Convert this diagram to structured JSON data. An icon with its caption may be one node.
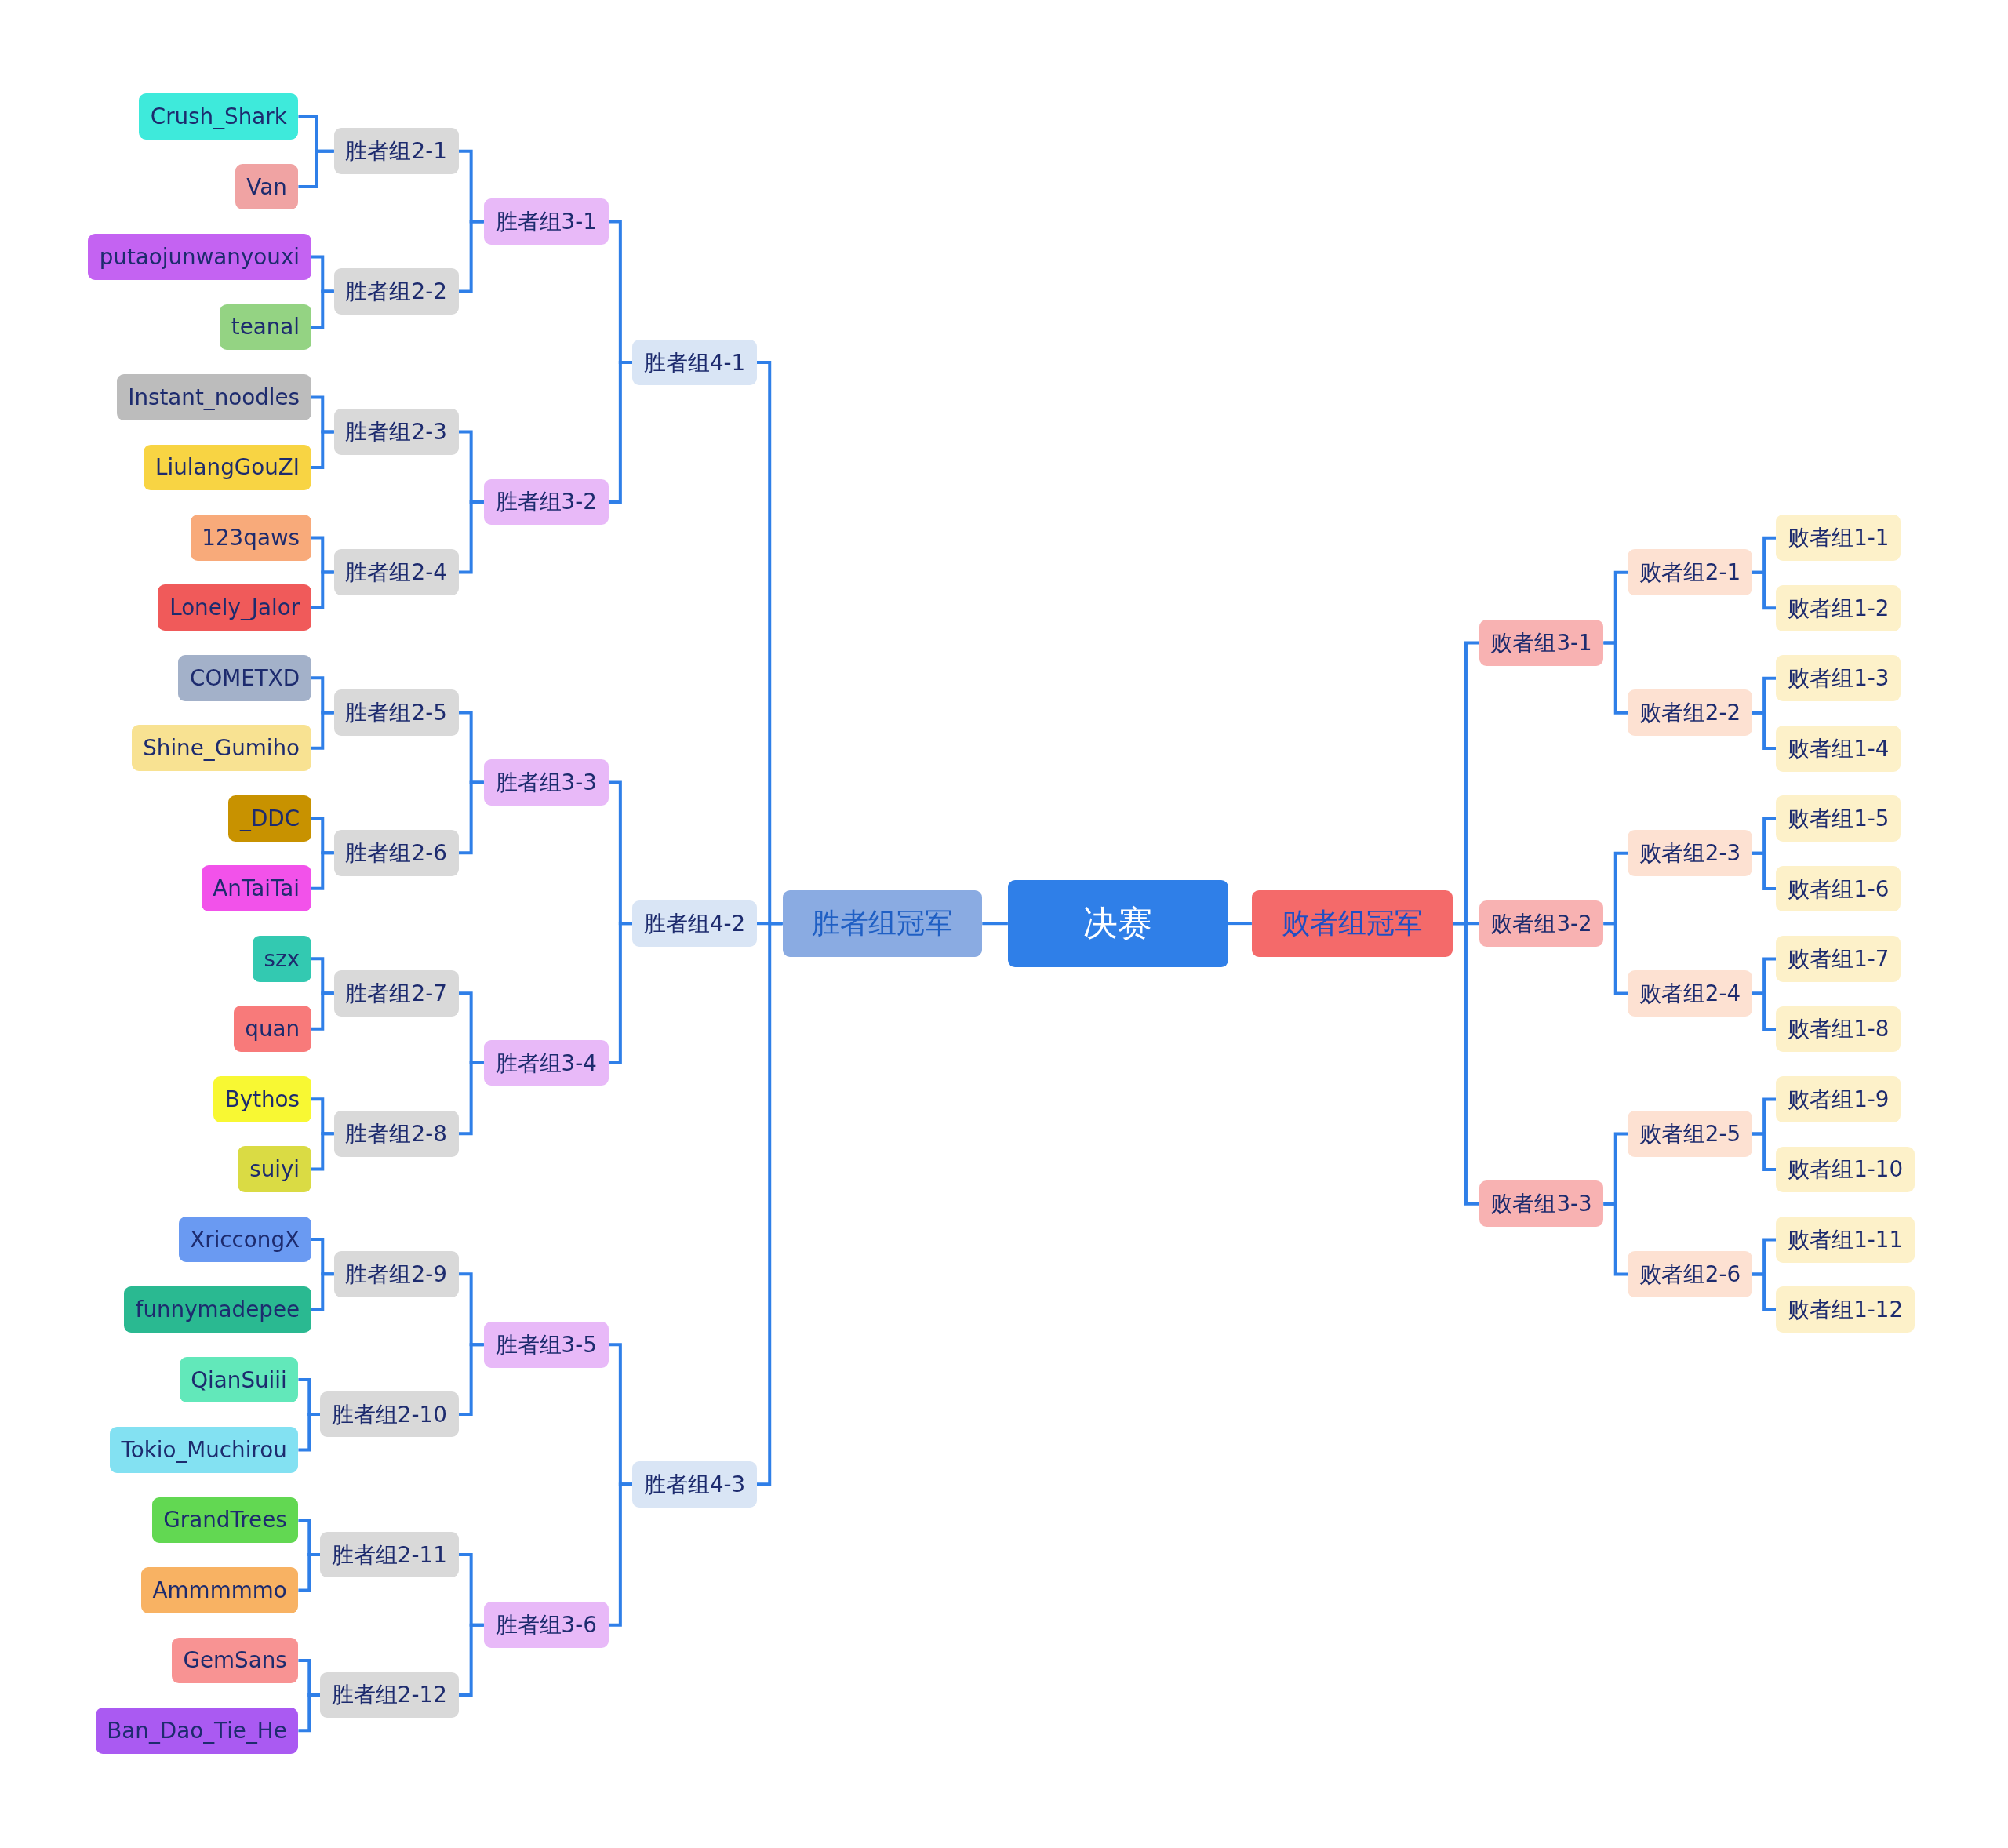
{
  "diagram": {
    "nodes": [
      {
        "text": [
          "决赛"
        ]
      },
      {
        "text": [
          "胜者组冠军"
        ]
      },
      {
        "text": [
          "败者组冠军"
        ]
      },
      {
        "text": [
          "胜者组4-1"
        ]
      },
      {
        "text": [
          "胜者组4-2"
        ]
      },
      {
        "text": [
          "胜者组4-3"
        ]
      },
      {
        "text": [
          "胜者组3-1"
        ]
      },
      {
        "text": [
          "胜者组3-2"
        ]
      },
      {
        "text": [
          "胜者组3-3"
        ]
      },
      {
        "text": [
          "胜者组3-4"
        ]
      },
      {
        "text": [
          "胜者组3-5"
        ]
      },
      {
        "text": [
          "胜者组3-6"
        ]
      },
      {
        "text": [
          "胜者组2-1"
        ]
      },
      {
        "text": [
          "胜者组2-2"
        ]
      },
      {
        "text": [
          "胜者组2-3"
        ]
      },
      {
        "text": [
          "胜者组2-4"
        ]
      },
      {
        "text": [
          "胜者组2-5"
        ]
      },
      {
        "text": [
          "胜者组2-6"
        ]
      },
      {
        "text": [
          "胜者组2-7"
        ]
      },
      {
        "text": [
          "胜者组2-8"
        ]
      },
      {
        "text": [
          "胜者组2-9"
        ]
      },
      {
        "text": [
          "胜者组2-10"
        ]
      },
      {
        "text": [
          "胜者组2-11"
        ]
      },
      {
        "text": [
          "胜者组2-12"
        ]
      },
      {
        "text": [
          "Crush_Shark"
        ]
      },
      {
        "text": [
          "Van"
        ]
      },
      {
        "text": [
          "putaojunwanyouxi"
        ]
      },
      {
        "text": [
          "teanal"
        ]
      },
      {
        "text": [
          "Instant_noodles"
        ]
      },
      {
        "text": [
          "LiulangGouZI"
        ]
      },
      {
        "text": [
          "123qaws"
        ]
      },
      {
        "text": [
          "Lonely_Jalor"
        ]
      },
      {
        "text": [
          "COMETXD"
        ]
      },
      {
        "text": [
          "Shine_Gumiho"
        ]
      },
      {
        "text": [
          "_DDC"
        ]
      },
      {
        "text": [
          "AnTaiTai"
        ]
      },
      {
        "text": [
          "szx"
        ]
      },
      {
        "text": [
          "quan"
        ]
      },
      {
        "text": [
          "Bythos"
        ]
      },
      {
        "text": [
          "suiyi"
        ]
      },
      {
        "text": [
          "XriccongX"
        ]
      },
      {
        "text": [
          "funnymadepee"
        ]
      },
      {
        "text": [
          "QianSuiii"
        ]
      },
      {
        "text": [
          "Tokio_Muchirou"
        ]
      },
      {
        "text": [
          "GrandTrees"
        ]
      },
      {
        "text": [
          "Ammmmmo"
        ]
      },
      {
        "text": [
          "GemSans"
        ]
      },
      {
        "text": [
          "Ban_Dao_Tie_He"
        ]
      },
      {
        "text": [
          "败者组3-1"
        ]
      },
      {
        "text": [
          "败者组3-2"
        ]
      },
      {
        "text": [
          "败者组3-3"
        ]
      },
      {
        "text": [
          "败者组2-1"
        ]
      },
      {
        "text": [
          "败者组2-2"
        ]
      },
      {
        "text": [
          "败者组2-3"
        ]
      },
      {
        "text": [
          "败者组2-4"
        ]
      },
      {
        "text": [
          "败者组2-5"
        ]
      },
      {
        "text": [
          "败者组2-6"
        ]
      },
      {
        "text": [
          "败者组1-1"
        ]
      },
      {
        "text": [
          "败者组1-2"
        ]
      },
      {
        "text": [
          "败者组1-3"
        ]
      },
      {
        "text": [
          "败者组1-4"
        ]
      },
      {
        "text": [
          "败者组1-5"
        ]
      },
      {
        "text": [
          "败者组1-6"
        ]
      },
      {
        "text": [
          "败者组1-7"
        ]
      },
      {
        "text": [
          "败者组1-8"
        ]
      },
      {
        "text": [
          "败者组1-9"
        ]
      },
      {
        "text": [
          "败者组1-10"
        ]
      },
      {
        "text": [
          "败者组1-11"
        ]
      },
      {
        "text": [
          "败者组1-12"
        ]
      }
    ],
    "edges": [
      {
        "from": 0,
        "to": 1,
        "arrow": "none"
      },
      {
        "from": 0,
        "to": 2,
        "arrow": "none"
      },
      {
        "from": 1,
        "to": 3,
        "arrow": "none"
      },
      {
        "from": 1,
        "to": 4,
        "arrow": "none"
      },
      {
        "from": 1,
        "to": 5,
        "arrow": "none"
      },
      {
        "from": 3,
        "to": 6,
        "arrow": "none"
      },
      {
        "from": 3,
        "to": 7,
        "arrow": "none"
      },
      {
        "from": 4,
        "to": 8,
        "arrow": "none"
      },
      {
        "from": 4,
        "to": 9,
        "arrow": "none"
      },
      {
        "from": 5,
        "to": 10,
        "arrow": "none"
      },
      {
        "from": 5,
        "to": 11,
        "arrow": "none"
      },
      {
        "from": 6,
        "to": 12,
        "arrow": "none"
      },
      {
        "from": 6,
        "to": 13,
        "arrow": "none"
      },
      {
        "from": 7,
        "to": 14,
        "arrow": "none"
      },
      {
        "from": 7,
        "to": 15,
        "arrow": "none"
      },
      {
        "from": 8,
        "to": 16,
        "arrow": "none"
      },
      {
        "from": 8,
        "to": 17,
        "arrow": "none"
      },
      {
        "from": 9,
        "to": 18,
        "arrow": "none"
      },
      {
        "from": 9,
        "to": 19,
        "arrow": "none"
      },
      {
        "from": 10,
        "to": 20,
        "arrow": "none"
      },
      {
        "from": 10,
        "to": 21,
        "arrow": "none"
      },
      {
        "from": 11,
        "to": 22,
        "arrow": "none"
      },
      {
        "from": 11,
        "to": 23,
        "arrow": "none"
      },
      {
        "from": 12,
        "to": 24,
        "arrow": "none"
      },
      {
        "from": 12,
        "to": 25,
        "arrow": "none"
      },
      {
        "from": 13,
        "to": 26,
        "arrow": "none"
      },
      {
        "from": 13,
        "to": 27,
        "arrow": "none"
      },
      {
        "from": 14,
        "to": 28,
        "arrow": "none"
      },
      {
        "from": 14,
        "to": 29,
        "arrow": "none"
      },
      {
        "from": 15,
        "to": 30,
        "arrow": "none"
      },
      {
        "from": 15,
        "to": 31,
        "arrow": "none"
      },
      {
        "from": 16,
        "to": 32,
        "arrow": "none"
      },
      {
        "from": 16,
        "to": 33,
        "arrow": "none"
      },
      {
        "from": 17,
        "to": 34,
        "arrow": "none"
      },
      {
        "from": 17,
        "to": 35,
        "arrow": "none"
      },
      {
        "from": 18,
        "to": 36,
        "arrow": "none"
      },
      {
        "from": 18,
        "to": 37,
        "arrow": "none"
      },
      {
        "from": 19,
        "to": 38,
        "arrow": "none"
      },
      {
        "from": 19,
        "to": 39,
        "arrow": "none"
      },
      {
        "from": 20,
        "to": 40,
        "arrow": "none"
      },
      {
        "from": 20,
        "to": 41,
        "arrow": "none"
      },
      {
        "from": 21,
        "to": 42,
        "arrow": "none"
      },
      {
        "from": 21,
        "to": 43,
        "arrow": "none"
      },
      {
        "from": 22,
        "to": 44,
        "arrow": "none"
      },
      {
        "from": 22,
        "to": 45,
        "arrow": "none"
      },
      {
        "from": 23,
        "to": 46,
        "arrow": "none"
      },
      {
        "from": 23,
        "to": 47,
        "arrow": "none"
      },
      {
        "from": 2,
        "to": 48,
        "arrow": "none"
      },
      {
        "from": 2,
        "to": 49,
        "arrow": "none"
      },
      {
        "from": 2,
        "to": 50,
        "arrow": "none"
      },
      {
        "from": 48,
        "to": 51,
        "arrow": "none"
      },
      {
        "from": 48,
        "to": 52,
        "arrow": "none"
      },
      {
        "from": 49,
        "to": 53,
        "arrow": "none"
      },
      {
        "from": 49,
        "to": 54,
        "arrow": "none"
      },
      {
        "from": 50,
        "to": 55,
        "arrow": "none"
      },
      {
        "from": 50,
        "to": 56,
        "arrow": "none"
      },
      {
        "from": 51,
        "to": 57,
        "arrow": "none"
      },
      {
        "from": 51,
        "to": 58,
        "arrow": "none"
      },
      {
        "from": 52,
        "to": 59,
        "arrow": "none"
      },
      {
        "from": 52,
        "to": 60,
        "arrow": "none"
      },
      {
        "from": 53,
        "to": 61,
        "arrow": "none"
      },
      {
        "from": 53,
        "to": 62,
        "arrow": "none"
      },
      {
        "from": 54,
        "to": 63,
        "arrow": "none"
      },
      {
        "from": 54,
        "to": 64,
        "arrow": "none"
      },
      {
        "from": 55,
        "to": 65,
        "arrow": "none"
      },
      {
        "from": 55,
        "to": 66,
        "arrow": "none"
      },
      {
        "from": 56,
        "to": 67,
        "arrow": "none"
      },
      {
        "from": 56,
        "to": 68,
        "arrow": "none"
      }
    ]
  }
}
